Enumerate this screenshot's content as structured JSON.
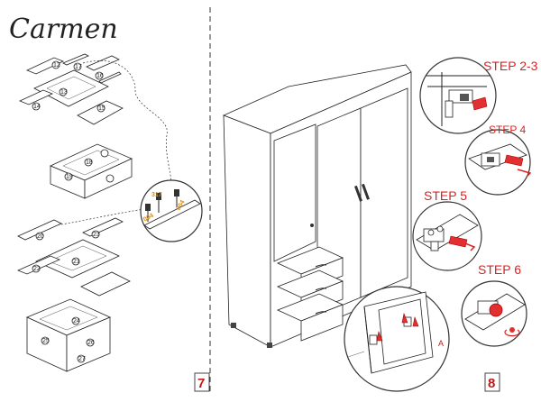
{
  "header": {
    "brand": "Carmen"
  },
  "steps": {
    "s23": "STEP 2-3",
    "s4": "STEP 4",
    "s5": "STEP 5",
    "s6": "STEP 6"
  },
  "pages": {
    "left": "7",
    "right": "8"
  },
  "callout": {
    "letter": "A"
  },
  "hardware": {
    "cam": "317",
    "pin_a": "004",
    "pin_b": "004"
  },
  "parts_top_drawer": [
    "12",
    "13",
    "14",
    "15",
    "16",
    "17",
    "18",
    "19"
  ],
  "parts_bottom_drawer": [
    "20",
    "21",
    "22",
    "23",
    "24",
    "25",
    "26",
    "27"
  ]
}
